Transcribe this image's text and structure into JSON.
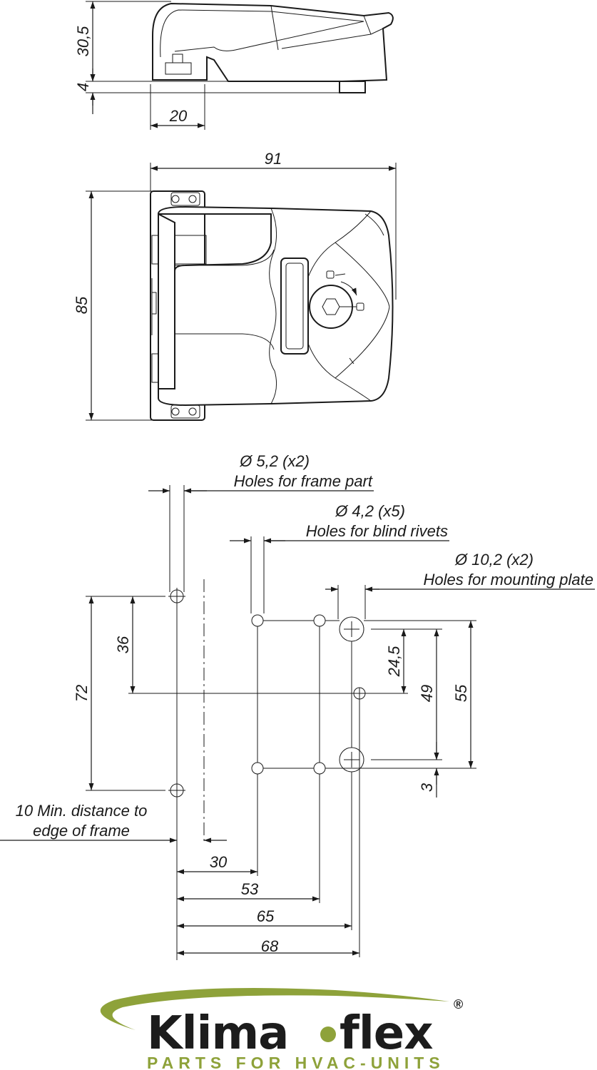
{
  "side_view": {
    "dim_height": "30,5",
    "dim_base": "4",
    "dim_width": "20"
  },
  "top_view": {
    "dim_width": "91",
    "dim_height": "85"
  },
  "holes": {
    "frame_diameter": "Ø 5,2 (x2)",
    "frame_label": "Holes for frame part",
    "rivet_diameter": "Ø 4,2 (x5)",
    "rivet_label": "Holes for blind rivets",
    "plate_diameter": "Ø 10,2 (x2)",
    "plate_label": "Holes for mounting plate"
  },
  "hole_pattern_dims": {
    "d36": "36",
    "d72": "72",
    "d24_5": "24,5",
    "d49": "49",
    "d55": "55",
    "d3": "3",
    "d30": "30",
    "d53": "53",
    "d65": "65",
    "d68": "68"
  },
  "edge_note": {
    "line1": "10 Min. distance to",
    "line2": "edge of frame"
  },
  "logo": {
    "word_left": "Klima",
    "word_right": "flex",
    "registered": "®",
    "tagline": "PARTS FOR HVAC-UNITS",
    "accent_color": "#8ea23a"
  }
}
